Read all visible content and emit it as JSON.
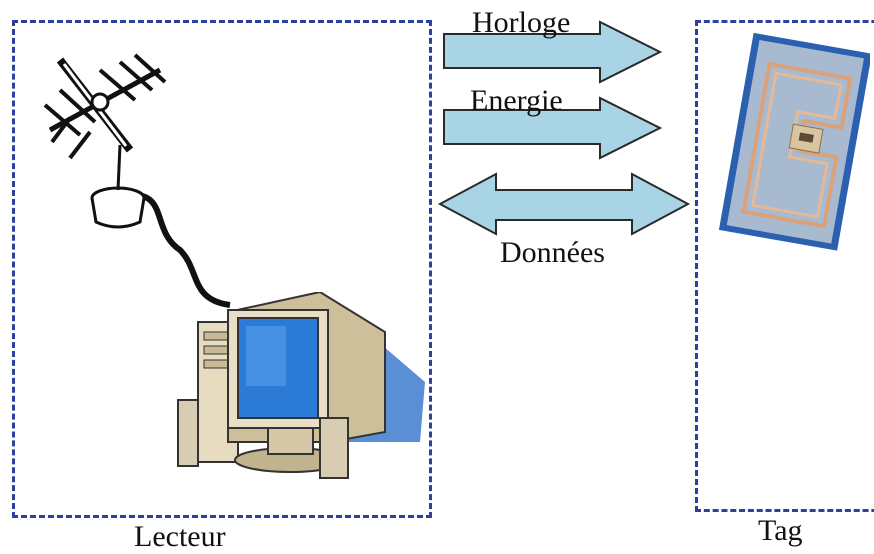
{
  "reader": {
    "label": "Lecteur"
  },
  "tag": {
    "label": "Tag"
  },
  "arrows": {
    "clock": "Horloge",
    "energy": "Energie",
    "data": "Données"
  },
  "colors": {
    "dashed_border": "#2e3fa0",
    "arrow_fill": "#a8d4e6",
    "arrow_stroke": "#2a2a2a"
  },
  "icons": {
    "antenna": "antenna-icon",
    "computer": "computer-icon",
    "rfid_tag": "rfid-tag-icon"
  }
}
